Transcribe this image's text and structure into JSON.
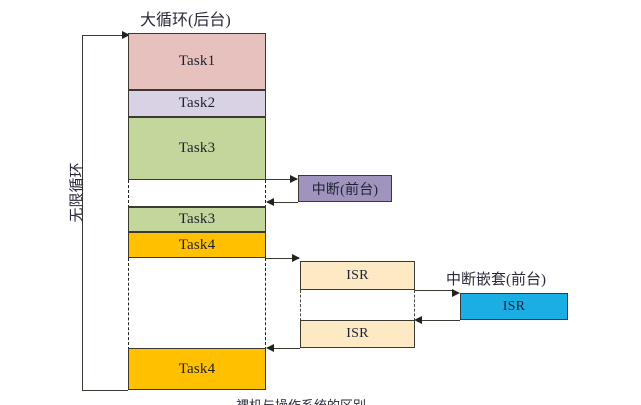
{
  "diagram": {
    "titles": {
      "main_loop": "大循环(后台)",
      "nested_interrupt": "中断嵌套(前台)",
      "loop_label": "无限循环"
    },
    "task_column": {
      "blocks": [
        {
          "label": "Task1",
          "color": "#e7c1bd"
        },
        {
          "label": "Task2",
          "color": "#d9d2e5"
        },
        {
          "label": "Task3",
          "color": "#c3d69b"
        },
        {
          "label": "Task3",
          "color": "#c3d69b"
        },
        {
          "label": "Task4",
          "color": "#ffc000"
        },
        {
          "label": "Task4",
          "color": "#ffc000"
        }
      ]
    },
    "interrupt": {
      "label": "中断(前台)",
      "color": "#a094bf"
    },
    "isr_blocks": [
      {
        "label": "ISR",
        "color": "#fdeac4"
      },
      {
        "label": "ISR",
        "color": "#fdeac4"
      },
      {
        "label": "ISR",
        "color": "#1aaee5"
      }
    ],
    "caption_cutoff": "裸机与操作系统的区别"
  },
  "colors": {
    "line": "#3a3a32",
    "background": "#ffffff",
    "text": "#1f2233"
  }
}
